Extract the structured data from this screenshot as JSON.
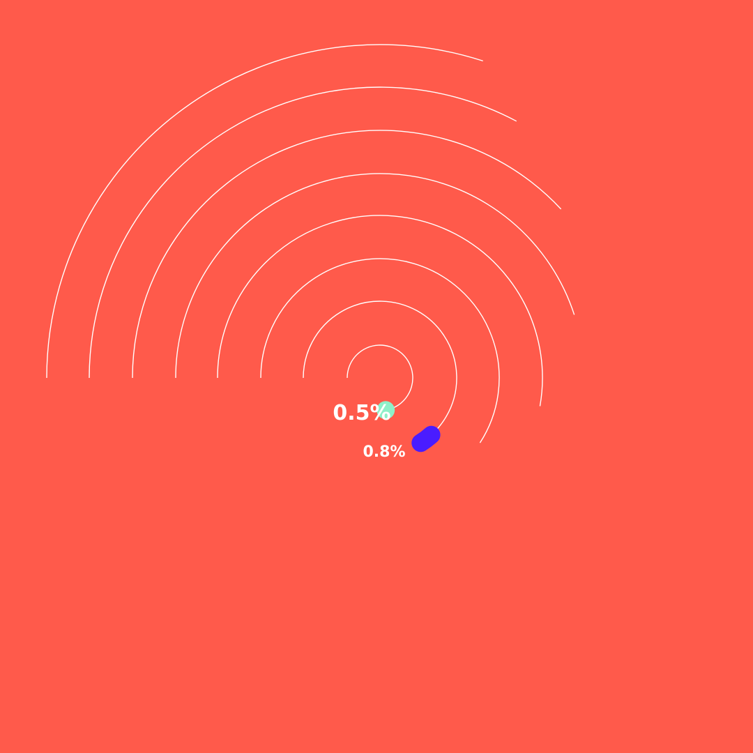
{
  "colors": {
    "background": "#ff5a4b",
    "track": "#ffffff",
    "label": "#ffffff"
  },
  "chart_data": {
    "type": "radial-bar",
    "ring_count": 8,
    "series": [
      {
        "ring": 1,
        "value": 0.5,
        "label": "0.5%",
        "color": "#8ef0c8"
      },
      {
        "ring": 2,
        "value": 0.8,
        "label": "0.8%",
        "color": "#4a1cff"
      }
    ]
  }
}
